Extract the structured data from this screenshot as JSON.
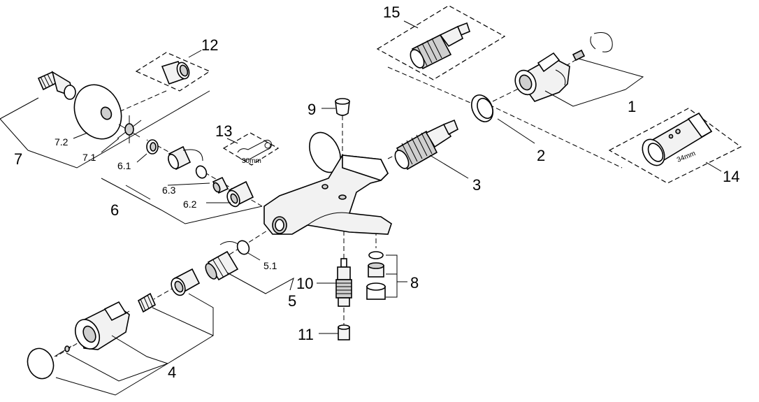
{
  "callouts": {
    "c1": "1",
    "c2": "2",
    "c3": "3",
    "c4": "4",
    "c5": "5",
    "c5_1": "5.1",
    "c6": "6",
    "c6_1": "6.1",
    "c6_2": "6.2",
    "c6_3": "6.3",
    "c7": "7",
    "c7_1": "7.1",
    "c7_2": "7.2",
    "c8": "8",
    "c9": "9",
    "c10": "10",
    "c11": "11",
    "c12": "12",
    "c13": "13",
    "c14": "14",
    "c15": "15"
  },
  "dimensions": {
    "wrench_30": "30mm",
    "wrench_34": "34mm"
  }
}
